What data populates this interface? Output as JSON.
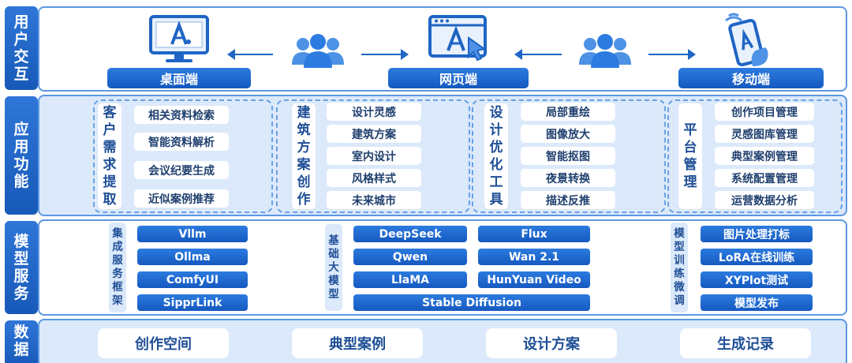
{
  "layers": {
    "interaction": {
      "label": [
        "用",
        "户",
        "交",
        "互"
      ]
    },
    "application": {
      "label": [
        "应",
        "用",
        "功",
        "能"
      ]
    },
    "model": {
      "label": [
        "模",
        "型",
        "服",
        "务"
      ]
    },
    "data": {
      "label": [
        "数",
        "据"
      ]
    }
  },
  "interaction": {
    "desktop": "桌面端",
    "web": "网页端",
    "mobile": "移动端",
    "logo_text": "A"
  },
  "application": {
    "groups": [
      {
        "title": [
          "客",
          "户",
          "需",
          "求",
          "提",
          "取"
        ],
        "items": [
          "相关资料检索",
          "智能资料解析",
          "会议纪要生成",
          "近似案例推荐"
        ]
      },
      {
        "title": [
          "建",
          "筑",
          "方",
          "案",
          "创",
          "作"
        ],
        "items": [
          "设计灵感",
          "建筑方案",
          "室内设计",
          "风格样式",
          "未来城市"
        ]
      },
      {
        "title": [
          "设",
          "计",
          "优",
          "化",
          "工",
          "具"
        ],
        "items": [
          "局部重绘",
          "图像放大",
          "智能抠图",
          "夜景转换",
          "描述反推"
        ]
      },
      {
        "title": [
          "平",
          "台",
          "管",
          "理"
        ],
        "items": [
          "创作项目管理",
          "灵感图库管理",
          "典型案例管理",
          "系统配置管理",
          "运营数据分析"
        ]
      }
    ]
  },
  "model": {
    "framework": {
      "title": [
        "集",
        "成",
        "服",
        "务",
        "框",
        "架"
      ],
      "items": [
        "Vllm",
        "Ollma",
        "ComfyUI",
        "SipprLink"
      ]
    },
    "base": {
      "title": [
        "基",
        "础",
        "大",
        "模",
        "型"
      ],
      "left": [
        "DeepSeek",
        "Qwen",
        "LlaMA"
      ],
      "right": [
        "Flux",
        "Wan 2.1",
        "HunYuan Video"
      ],
      "wide": "Stable Diffusion"
    },
    "training": {
      "title": [
        "模",
        "型",
        "训",
        "练",
        "微",
        "调"
      ],
      "items": [
        "图片处理打标",
        "LoRA在线训练",
        "XYPlot测试",
        "模型发布"
      ]
    }
  },
  "data": {
    "items": [
      "创作空间",
      "典型案例",
      "设计方案",
      "生成记录"
    ]
  },
  "colors": {
    "primary": "#1f65c5",
    "panel": "#dbe9fa",
    "border": "#5c97e2"
  }
}
